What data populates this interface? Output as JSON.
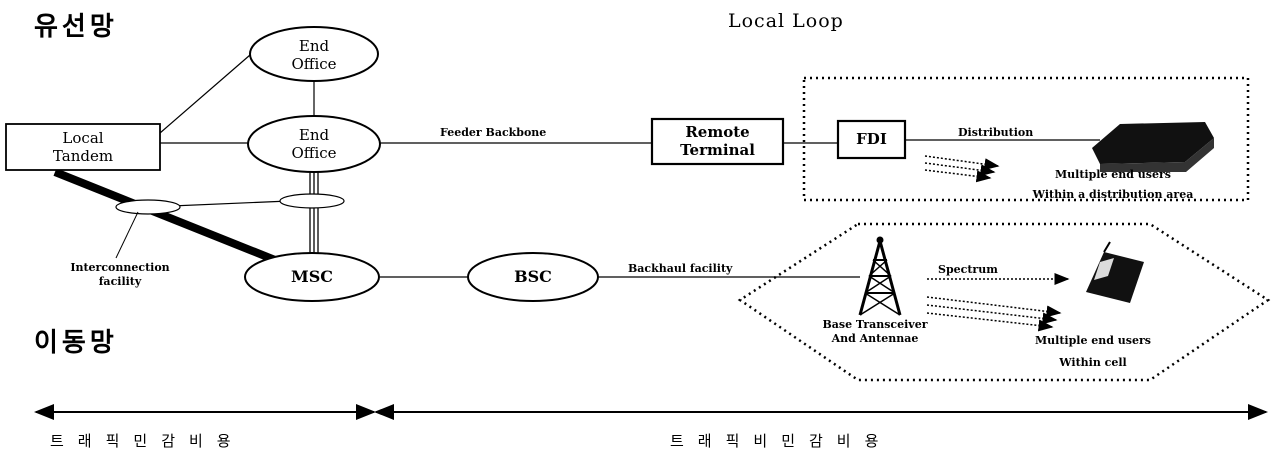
{
  "labels": {
    "wired_network": "유선망",
    "mobile_network": "이동망",
    "local_loop": "Local Loop",
    "traffic_sensitive_cost": "트래픽민감비용",
    "traffic_insensitive_cost": "트래픽비민감비용"
  },
  "nodes": {
    "end_office_top": [
      "End",
      "Office"
    ],
    "end_office_mid": [
      "End",
      "Office"
    ],
    "local_tandem": [
      "Local",
      "Tandem"
    ],
    "msc": "MSC",
    "bsc": "BSC",
    "remote_terminal": [
      "Remote",
      "Terminal"
    ],
    "fdi": "FDI"
  },
  "links": {
    "feeder_backbone": "Feeder Backbone",
    "distribution": "Distribution",
    "backhaul_facility": "Backhaul facility",
    "spectrum": "Spectrum",
    "interconnection_facility": [
      "Interconnection",
      "facility"
    ]
  },
  "notes": {
    "wired_users": [
      "Multiple end users",
      "Within a distribution area"
    ],
    "base_station": [
      "Base Transceiver",
      "And Antennae"
    ],
    "mobile_users": [
      "Multiple end users",
      "Within cell"
    ]
  }
}
